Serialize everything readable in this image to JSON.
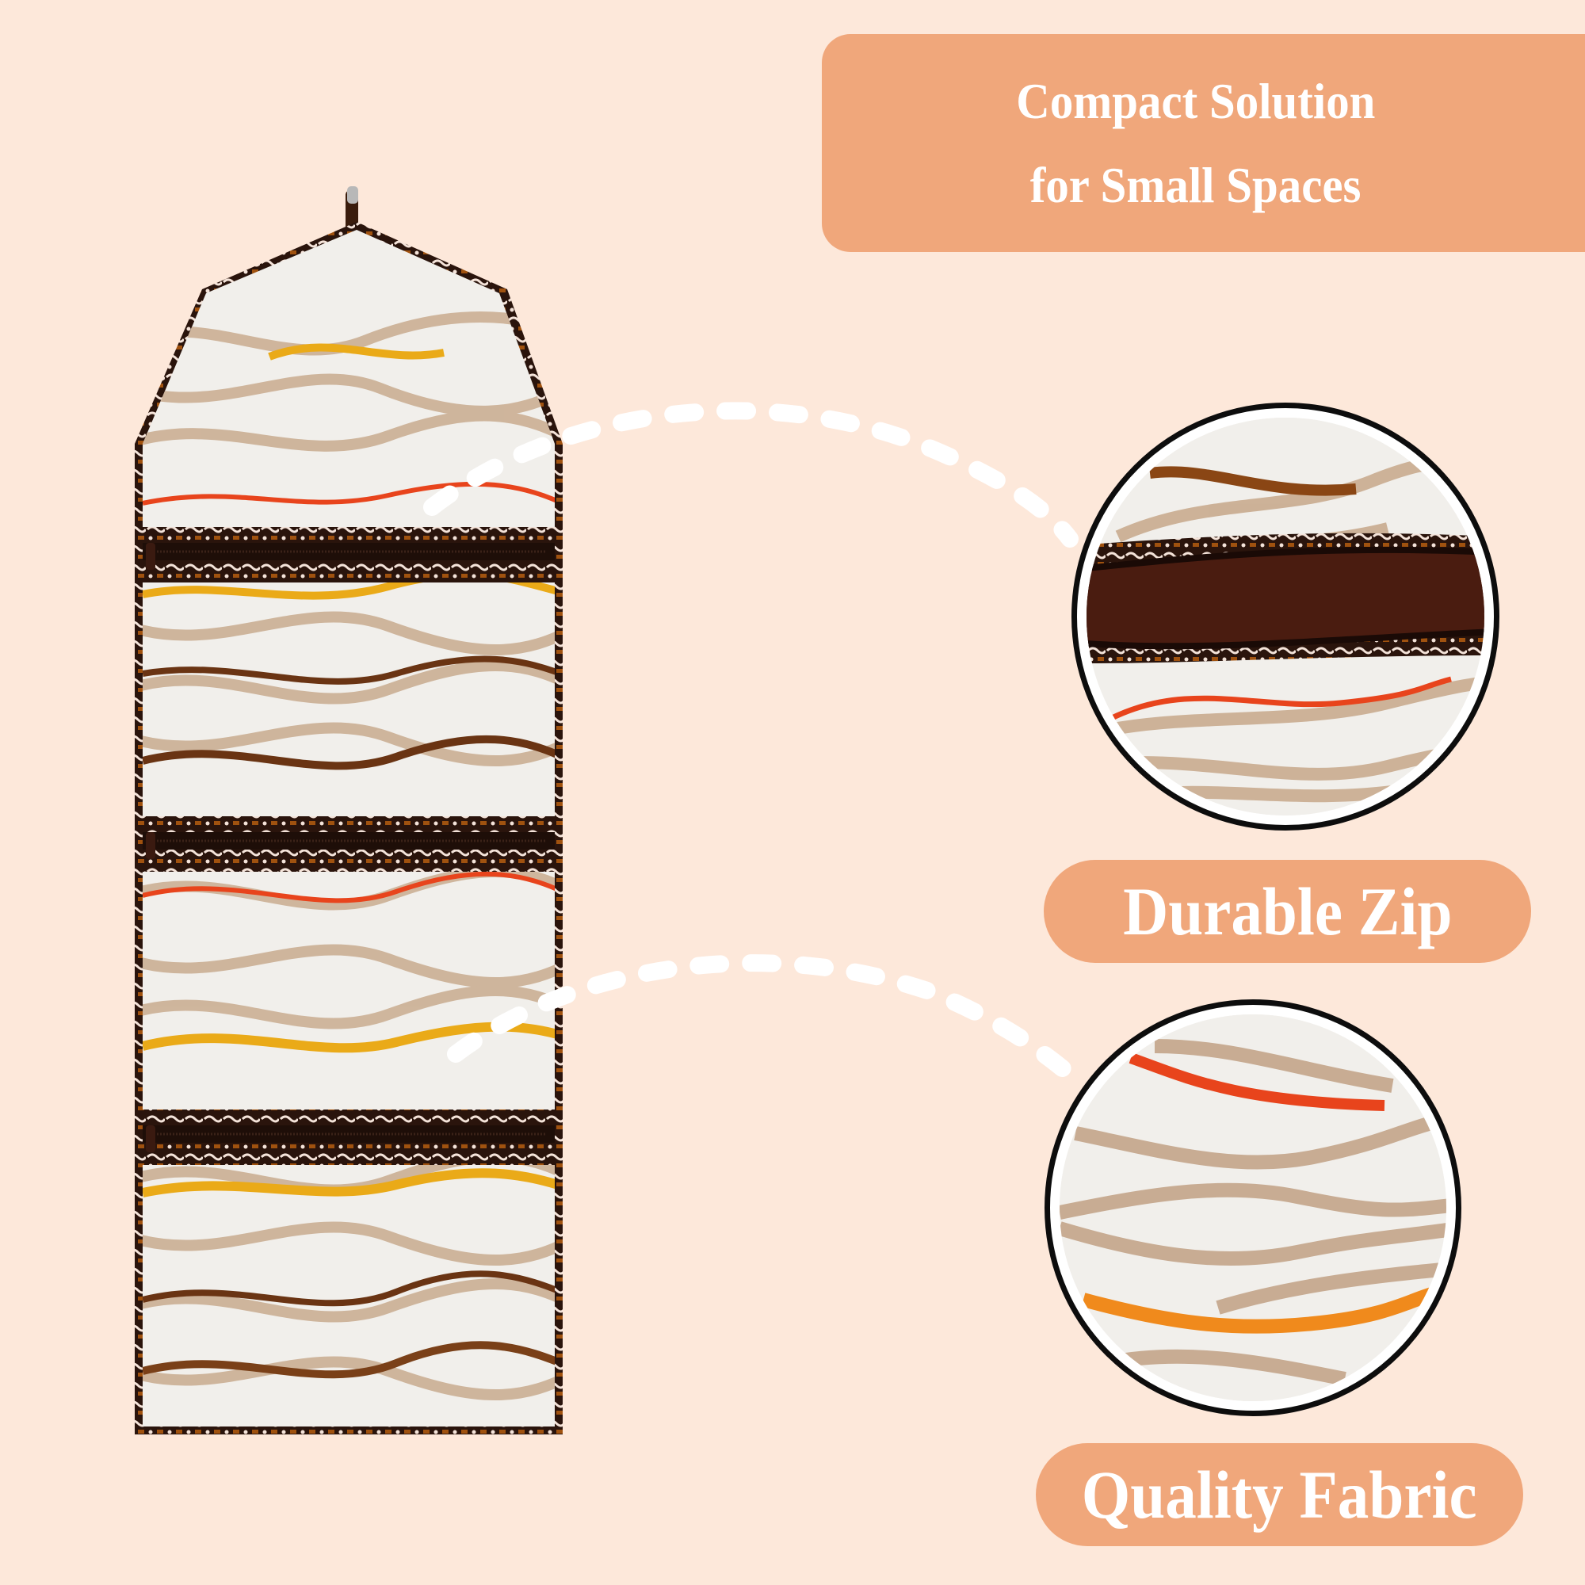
{
  "banner": {
    "line1": "Compact Solution",
    "line2": "for Small Spaces",
    "color": "#f0a77b"
  },
  "features": [
    {
      "label": "Durable Zip",
      "callout": "zipper-closeup"
    },
    {
      "label": "Quality Fabric",
      "callout": "fabric-closeup"
    }
  ],
  "product": {
    "name": "hanging-wall-organizer",
    "pockets": 3,
    "colors": {
      "background": "#fde8da",
      "fabric": "#f1efeb",
      "wave_tan": "#c9ab8f",
      "wave_orange_red": "#e8441c",
      "wave_yellow": "#eaaa18",
      "wave_brown": "#6a3413",
      "trim_dark": "#2a140c"
    }
  }
}
